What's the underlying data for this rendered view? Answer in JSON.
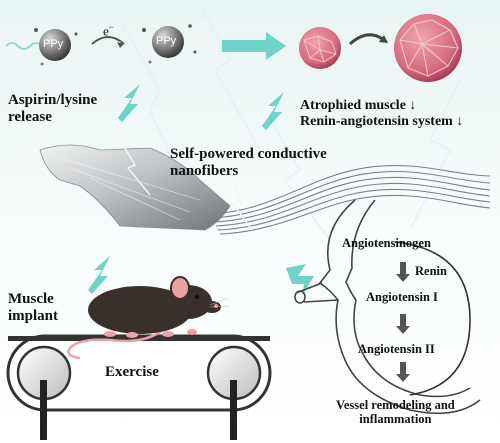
{
  "labels": {
    "ppy": "PPy",
    "electron": "e",
    "electron_sup": "−",
    "aspirin_release": [
      "Aspirin/lysine",
      "release"
    ],
    "atrophied_muscle": "Atrophied muscle",
    "ras_system": "Renin-angiotensin system",
    "down_arrow": "↓",
    "nanofibers": [
      "Self-powered conductive",
      "nanofibers"
    ],
    "muscle_implant": [
      "Muscle",
      "implant"
    ],
    "exercise": "Exercise",
    "pathway": {
      "angiotensinogen": "Angiotensinogen",
      "renin": "Renin",
      "angiotensin_1": "Angiotensin I",
      "angiotensin_2": "Angiotensin II",
      "outcome": [
        "Vessel remodeling and",
        "inflammation"
      ]
    }
  },
  "colors": {
    "arrow_cyan": "#6fd3c8",
    "muscle_pink": "#d66a7e",
    "muscle_dark": "#9c3550",
    "mouse_body": "#3a302b",
    "ear_pink": "#e9a2a6",
    "fiber_gray": "#9aa0a4",
    "text": "#111111"
  },
  "icons": [
    "ppy-sphere-icon",
    "lightning-arrow-icon",
    "muscle-fiber-icon",
    "mouse-icon",
    "treadmill-icon",
    "vessel-icon"
  ]
}
